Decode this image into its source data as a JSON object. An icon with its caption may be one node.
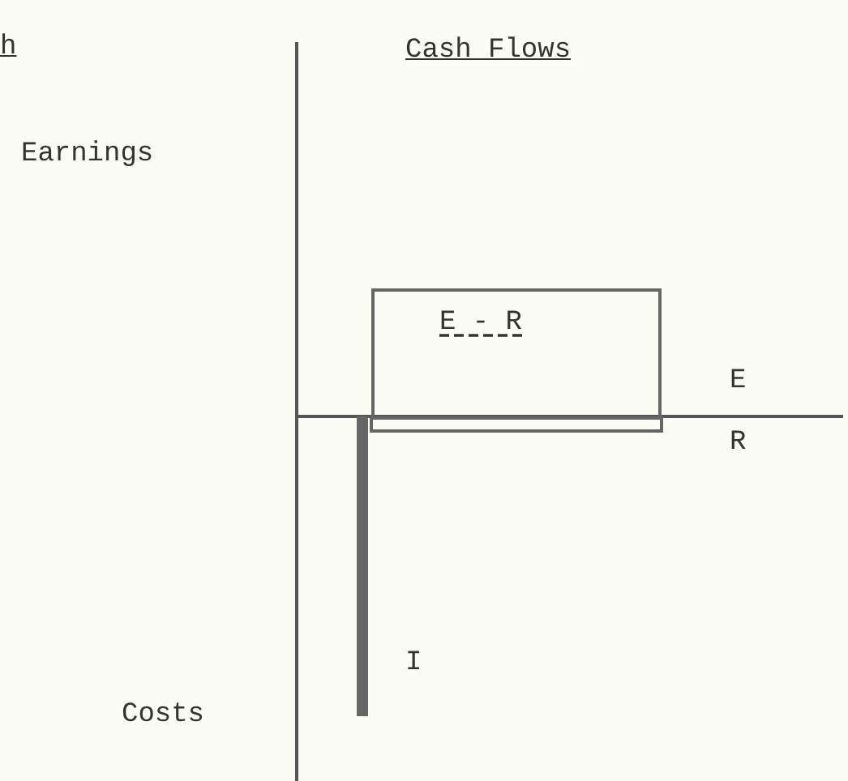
{
  "diagram": {
    "nodes": [
      {
        "text": [
          "E - R"
        ]
      }
    ],
    "labels": [
      "h",
      "Cash Flows",
      "Earnings",
      "E",
      "R",
      "I",
      "Costs"
    ]
  }
}
